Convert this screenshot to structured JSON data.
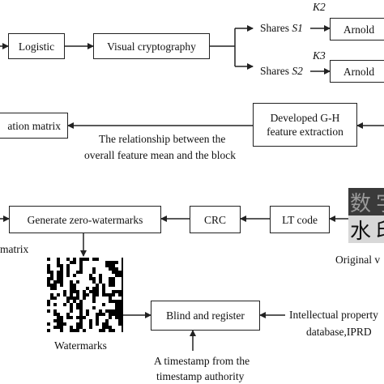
{
  "boxes": {
    "logistic": "Logistic",
    "visual_cryptography": "Visual cryptography",
    "arnold_1": "Arnold",
    "arnold_2": "Arnold",
    "relation_matrix": "ation matrix",
    "feature_extraction_line1": "Developed G-H",
    "feature_extraction_line2": "feature extraction",
    "generate_zero_watermarks": "Generate zero-watermarks",
    "crc": "CRC",
    "lt_code": "LT code",
    "blind_register": "Blind and register"
  },
  "labels": {
    "shares_s1_prefix": "Shares ",
    "shares_s1_var": "S1",
    "shares_s2_prefix": "Shares ",
    "shares_s2_var": "S2",
    "key_k2": "K2",
    "key_k3": "K3",
    "relationship_line1": "The relationship between the",
    "relationship_line2": "overall feature mean and the block",
    "matrix_fragment": "matrix",
    "original_label": "Original v",
    "watermarks": "Watermarks",
    "timestamp_line1": "A timestamp from the",
    "timestamp_line2": "timestamp authority",
    "ip_line1": "Intellectual property",
    "ip_line2": "database,IPRD"
  },
  "original_image": {
    "chars": [
      "数",
      "字",
      "水",
      "印"
    ]
  },
  "colors": {
    "line": "#222222",
    "original_top_bg": "#3a3a3a",
    "original_top_fg": "#9a9a9a",
    "original_bottom_bg": "#d8d8d8",
    "original_bottom_fg": "#111111"
  }
}
